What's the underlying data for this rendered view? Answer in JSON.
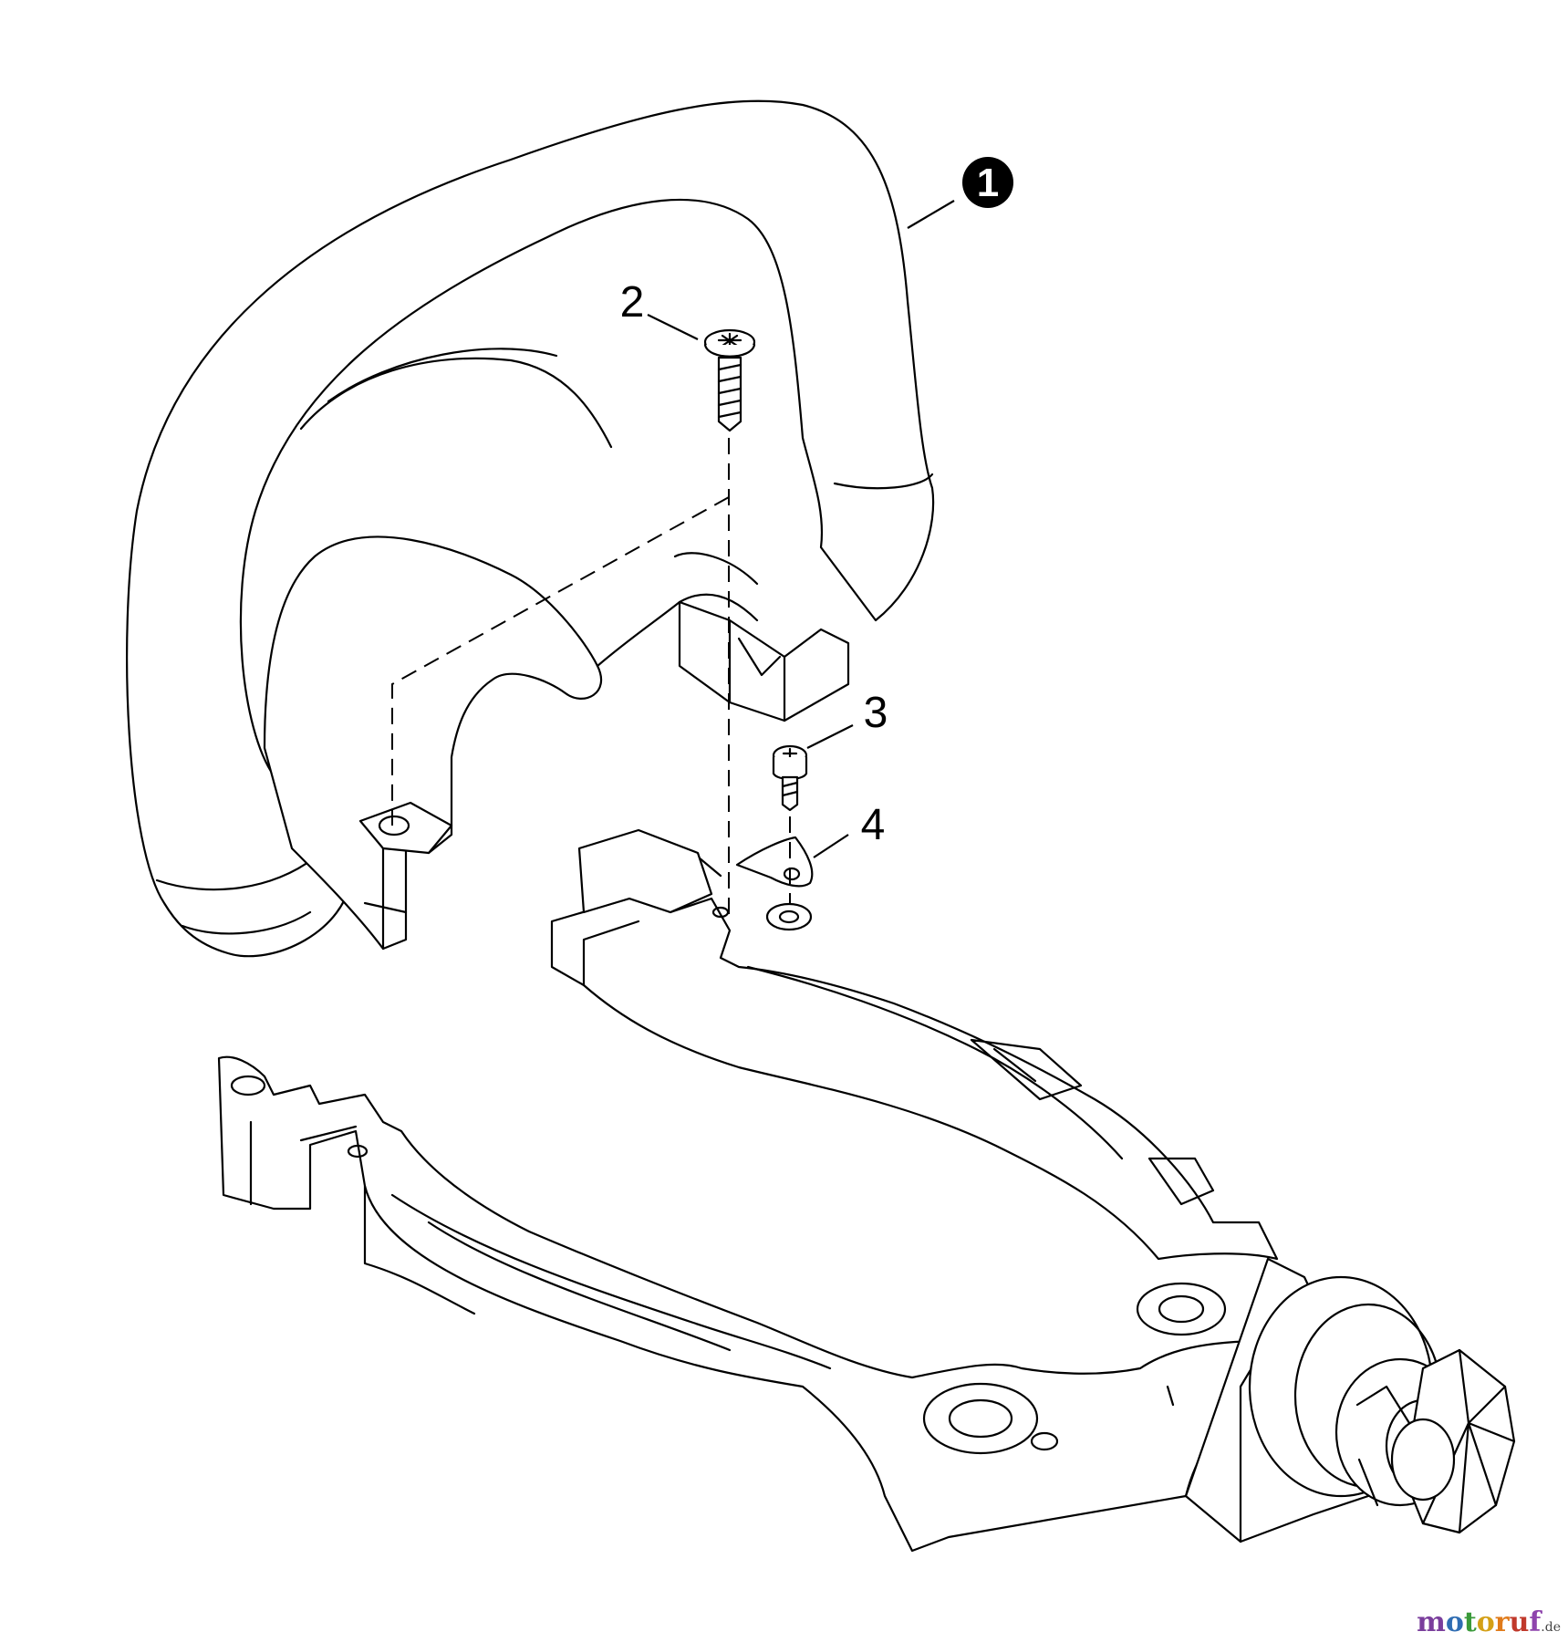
{
  "diagram": {
    "callouts": [
      {
        "id": "part-1",
        "label": "1",
        "style": "filled-circle"
      },
      {
        "id": "part-2",
        "label": "2",
        "style": "plain"
      },
      {
        "id": "part-3",
        "label": "3",
        "style": "plain"
      },
      {
        "id": "part-4",
        "label": "4",
        "style": "plain"
      }
    ],
    "watermark": {
      "letters": [
        {
          "ch": "m",
          "color": "#7a3e9c"
        },
        {
          "ch": "o",
          "color": "#2f6db3"
        },
        {
          "ch": "t",
          "color": "#3a9a3a"
        },
        {
          "ch": "o",
          "color": "#d4a017"
        },
        {
          "ch": "r",
          "color": "#e07b1a"
        },
        {
          "ch": "u",
          "color": "#c0392b"
        },
        {
          "ch": "f",
          "color": "#8e44ad"
        }
      ],
      "suffix": ".de"
    },
    "colors": {
      "line": "#000000",
      "background": "#ffffff"
    }
  }
}
